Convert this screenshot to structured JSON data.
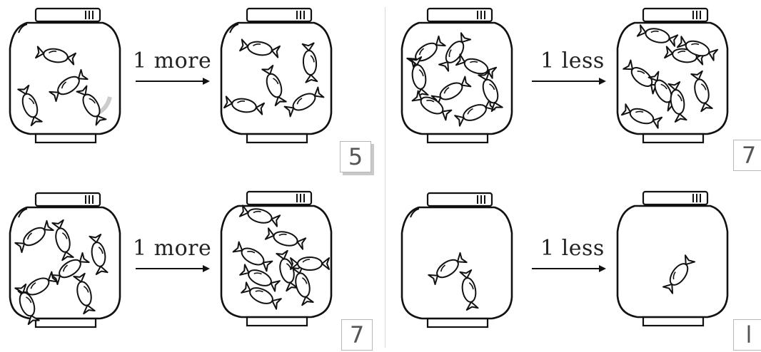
{
  "panels": [
    {
      "operation": "1 more",
      "answer": "5"
    },
    {
      "operation": "1 less",
      "answer": "7"
    },
    {
      "operation": "1 more",
      "answer": "7"
    },
    {
      "operation": "1 less",
      "answer": "l"
    }
  ]
}
